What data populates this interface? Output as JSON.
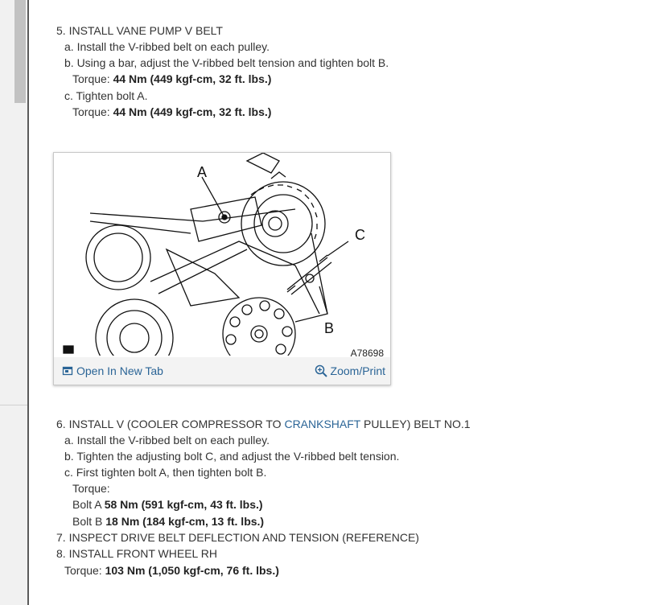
{
  "step5": {
    "title": "5. INSTALL VANE PUMP V BELT",
    "a": "a. Install the V-ribbed belt on each pulley.",
    "b": "b. Using a bar, adjust the V-ribbed belt tension and tighten bolt B.",
    "b_torque_label": "Torque: ",
    "b_torque_value": "44 Nm (449 kgf-cm, 32 ft. lbs.)",
    "c": "c. Tighten bolt A.",
    "c_torque_label": "Torque: ",
    "c_torque_value": "44 Nm (449 kgf-cm, 32 ft. lbs.)"
  },
  "figure": {
    "label_a": "A",
    "label_b": "B",
    "label_c": "C",
    "code": "A78698",
    "open_tab": "Open In New Tab",
    "zoom_print": "Zoom/Print"
  },
  "step6": {
    "title_prefix": "6. INSTALL V (COOLER COMPRESSOR TO ",
    "title_link": "CRANKSHAFT",
    "title_suffix": " PULLEY) BELT NO.1",
    "a": "a. Install the V-ribbed belt on each pulley.",
    "b": "b. Tighten the adjusting bolt C, and adjust the V-ribbed belt tension.",
    "c": "c. First tighten bolt A, then tighten bolt B.",
    "torque_label": "Torque:",
    "bolt_a_label": "Bolt A ",
    "bolt_a_value": "58 Nm (591 kgf-cm, 43 ft. lbs.)",
    "bolt_b_label": "Bolt B ",
    "bolt_b_value": "18 Nm (184 kgf-cm, 13 ft. lbs.)"
  },
  "step7": {
    "title": "7. INSPECT DRIVE BELT DEFLECTION AND TENSION (REFERENCE)"
  },
  "step8": {
    "title": "8. INSTALL FRONT WHEEL RH",
    "torque_label": "Torque: ",
    "torque_value": "103 Nm (1,050 kgf-cm, 76 ft. lbs.)"
  }
}
